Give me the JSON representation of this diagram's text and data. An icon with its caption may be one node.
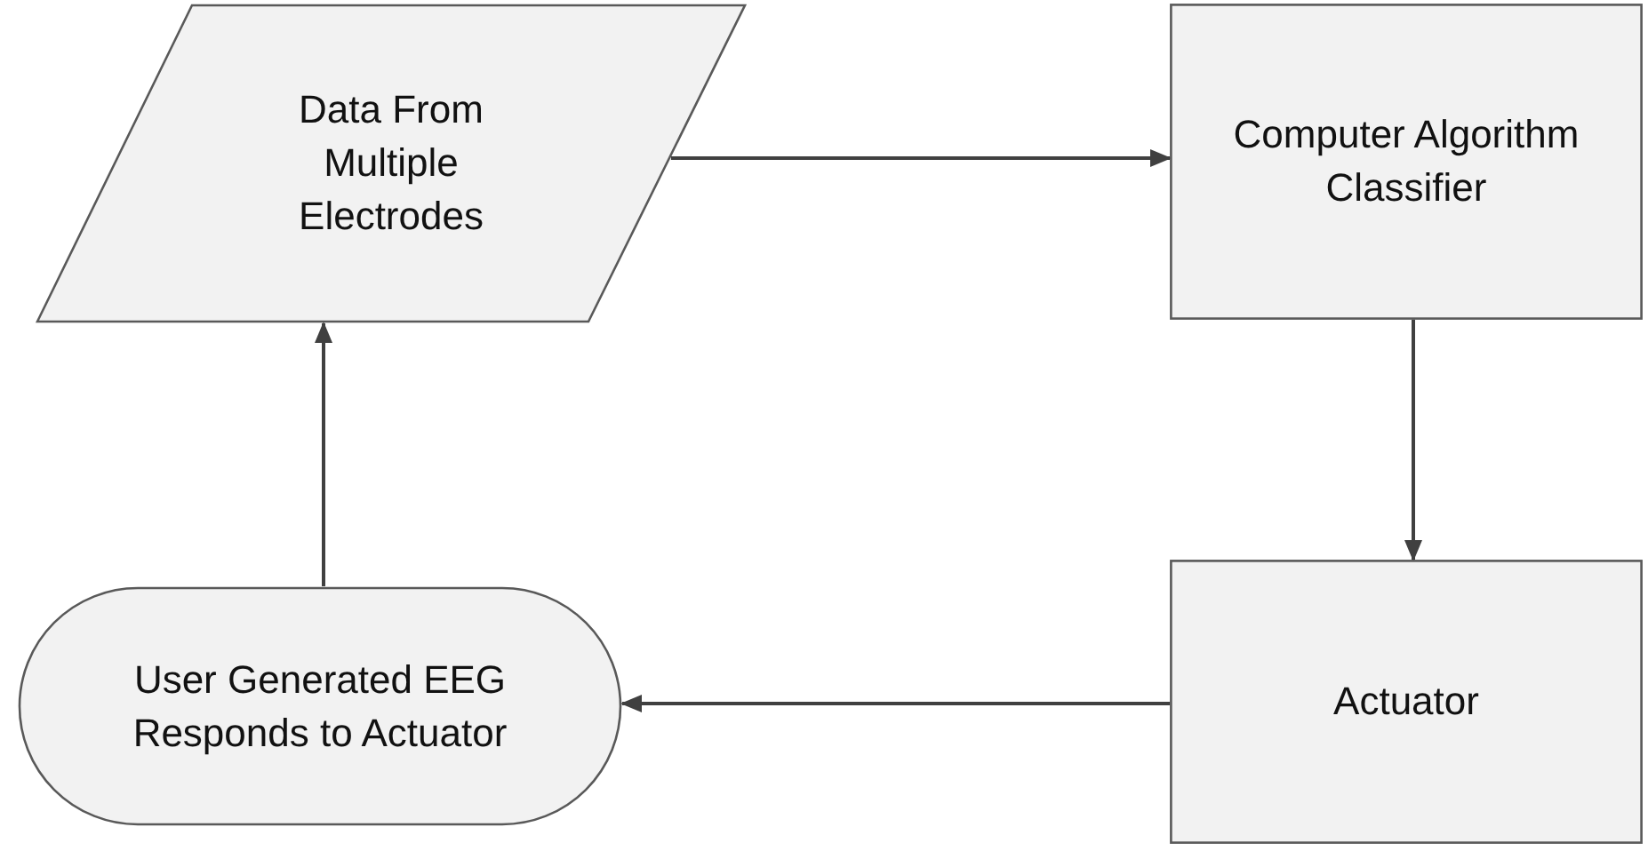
{
  "diagram": {
    "nodes": [
      {
        "text": [
          "Data From Multiple Electrodes"
        ]
      },
      {
        "text": [
          "Computer Algorithm Classifier"
        ]
      },
      {
        "text": [
          "Actuator"
        ]
      },
      {
        "text": [
          "User Generated EEG Responds to Actuator"
        ]
      }
    ],
    "edges": [
      {
        "from": 0,
        "to": 1,
        "arrow": "to"
      },
      {
        "from": 1,
        "to": 2,
        "arrow": "to"
      },
      {
        "from": 2,
        "to": 3,
        "arrow": "to"
      },
      {
        "from": 3,
        "to": 0,
        "arrow": "to"
      }
    ]
  }
}
